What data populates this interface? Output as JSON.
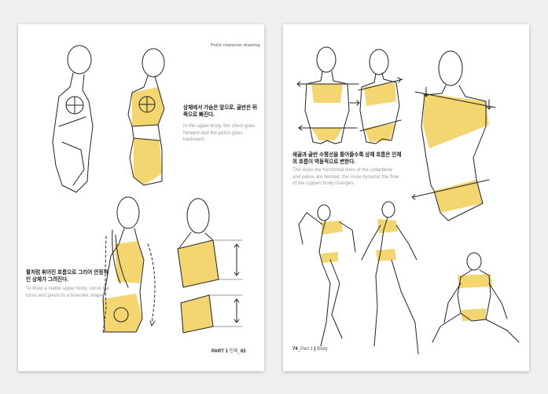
{
  "left_page": {
    "header": "Point character drawing",
    "block1": {
      "korean": "상체에서 가슴은 앞으로, 골반은 뒤쪽으로 빠진다.",
      "english": "In the upper body, the chest goes forward and the pelvis goes backward."
    },
    "block2": {
      "korean": "활처럼 휘어진 흐름으로 그리어 안정적인 상체가 그려진다.",
      "english": "To draw a stable upper body, curve the torso and pelvis in a bow-like shape."
    },
    "footer_part": "PART 1",
    "footer_section": "인체",
    "footer_page": "63"
  },
  "right_page": {
    "block1": {
      "korean": "쇄골과 골반 수평선을 틀어줄수록 상체 흐름은 인체의 흐름이 역동적으로 변한다.",
      "english": "The more the horizontal lines of the collarbone and pelvis are twisted, the more dynamic the flow of the (upper) body changes."
    },
    "footer_page": "74",
    "footer_part": "Part 1",
    "footer_section": "Body"
  },
  "colors": {
    "highlight": "#f1cf57",
    "page": "#ffffff",
    "background": "#efefef",
    "ink": "#222222"
  }
}
